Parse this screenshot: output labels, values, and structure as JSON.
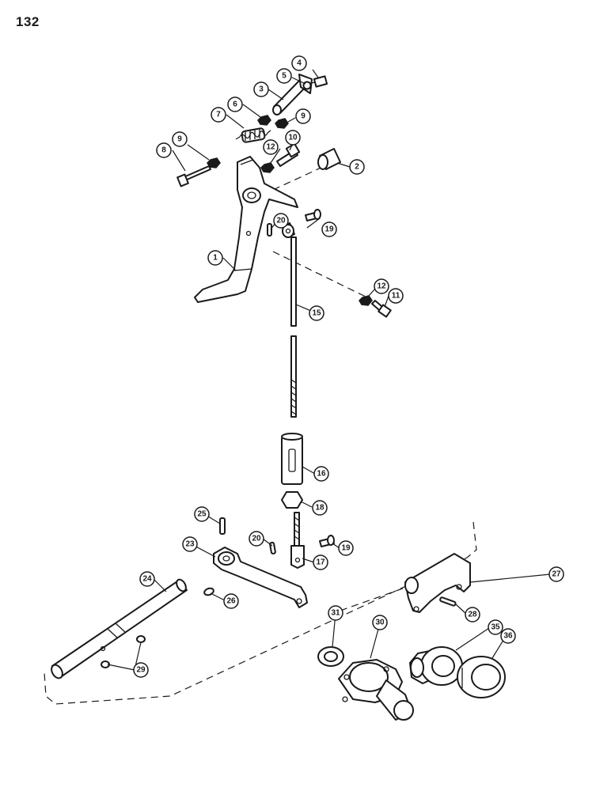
{
  "page_number": "132",
  "callouts": [
    "1",
    "2",
    "3",
    "4",
    "5",
    "6",
    "7",
    "8",
    "9",
    "9",
    "10",
    "11",
    "12",
    "12",
    "15",
    "16",
    "17",
    "18",
    "19",
    "19",
    "20",
    "20",
    "23",
    "24",
    "25",
    "26",
    "27",
    "28",
    "29",
    "30",
    "31",
    "35",
    "36"
  ]
}
